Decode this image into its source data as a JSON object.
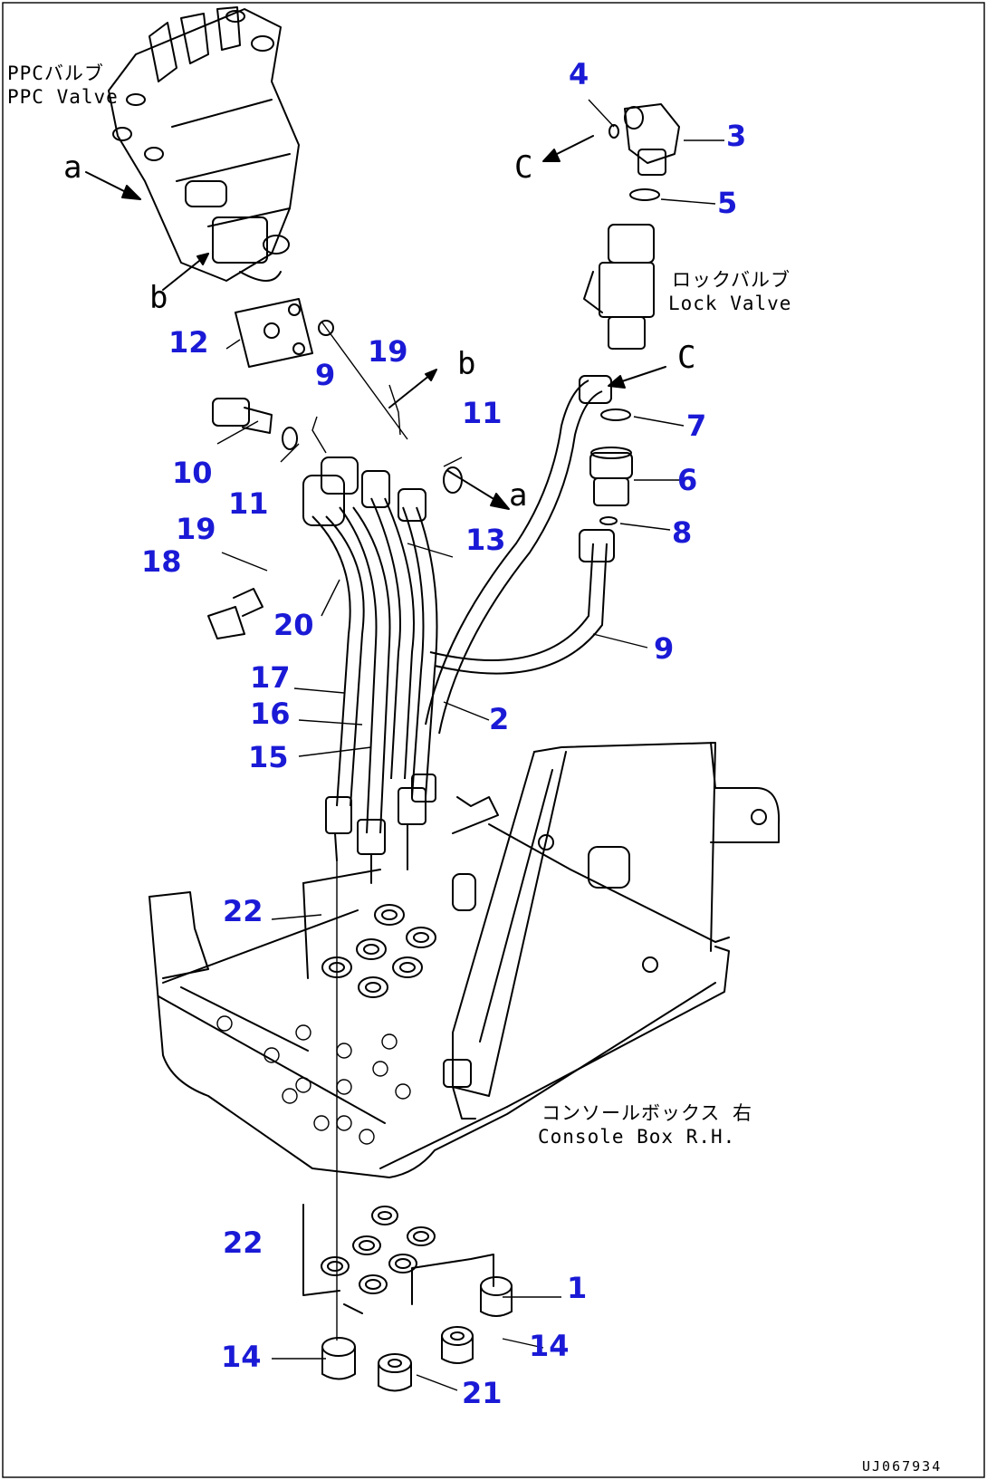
{
  "labels": {
    "ppc_valve_jp": "PPCバルブ",
    "ppc_valve_en": "PPC Valve",
    "lock_valve_jp": "ロックバルブ",
    "lock_valve_en": "Lock Valve",
    "console_box_jp": "コンソールボックス 右",
    "console_box_en": "Console Box R.H."
  },
  "refs": {
    "a1": "a",
    "a2": "a",
    "b1": "b",
    "b2": "b",
    "c1": "C",
    "c2": "C"
  },
  "callouts": {
    "n1": "1",
    "n2": "2",
    "n3": "3",
    "n4": "4",
    "n5": "5",
    "n6": "6",
    "n7": "7",
    "n8": "8",
    "n9a": "9",
    "n9b": "9",
    "n10": "10",
    "n11a": "11",
    "n11b": "11",
    "n12": "12",
    "n13": "13",
    "n14a": "14",
    "n14b": "14",
    "n15": "15",
    "n16": "16",
    "n17": "17",
    "n18": "18",
    "n19a": "19",
    "n19b": "19",
    "n20": "20",
    "n21": "21",
    "n22a": "22",
    "n22b": "22"
  },
  "drawing_code": "UJ067934",
  "colors": {
    "callout": "#1a1ad6",
    "line": "#000000",
    "background": "#ffffff"
  }
}
